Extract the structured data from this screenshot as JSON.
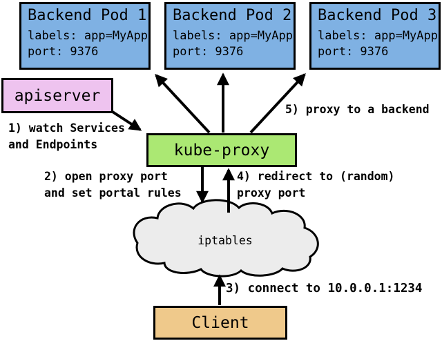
{
  "diagram": {
    "title_hint": "kube-proxy userspace proxy-mode flow",
    "pods": [
      {
        "title": "Backend Pod 1",
        "labels_line": "labels: app=MyApp",
        "port_line": "port: 9376"
      },
      {
        "title": "Backend Pod 2",
        "labels_line": "labels: app=MyApp",
        "port_line": "port: 9376"
      },
      {
        "title": "Backend Pod 3",
        "labels_line": "labels: app=MyApp",
        "port_line": "port: 9376"
      }
    ],
    "apiserver": {
      "label": "apiserver"
    },
    "kube_proxy": {
      "label": "kube-proxy"
    },
    "iptables": {
      "label": "iptables"
    },
    "client": {
      "label": "Client"
    },
    "annotations": {
      "step1": "1) watch Services\nand Endpoints",
      "step2": "2) open proxy port\nand set portal rules",
      "step3": "3) connect to 10.0.0.1:1234",
      "step4": "4) redirect to (random)\nproxy port",
      "step5": "5) proxy to a backend"
    },
    "colors": {
      "pod_fill": "#7FB1E3",
      "apiserver_fill": "#EEC3EF",
      "kube_proxy_fill": "#ABE873",
      "iptables_fill": "#ECECEC",
      "client_fill": "#EFC98B",
      "outline": "#000000"
    }
  }
}
